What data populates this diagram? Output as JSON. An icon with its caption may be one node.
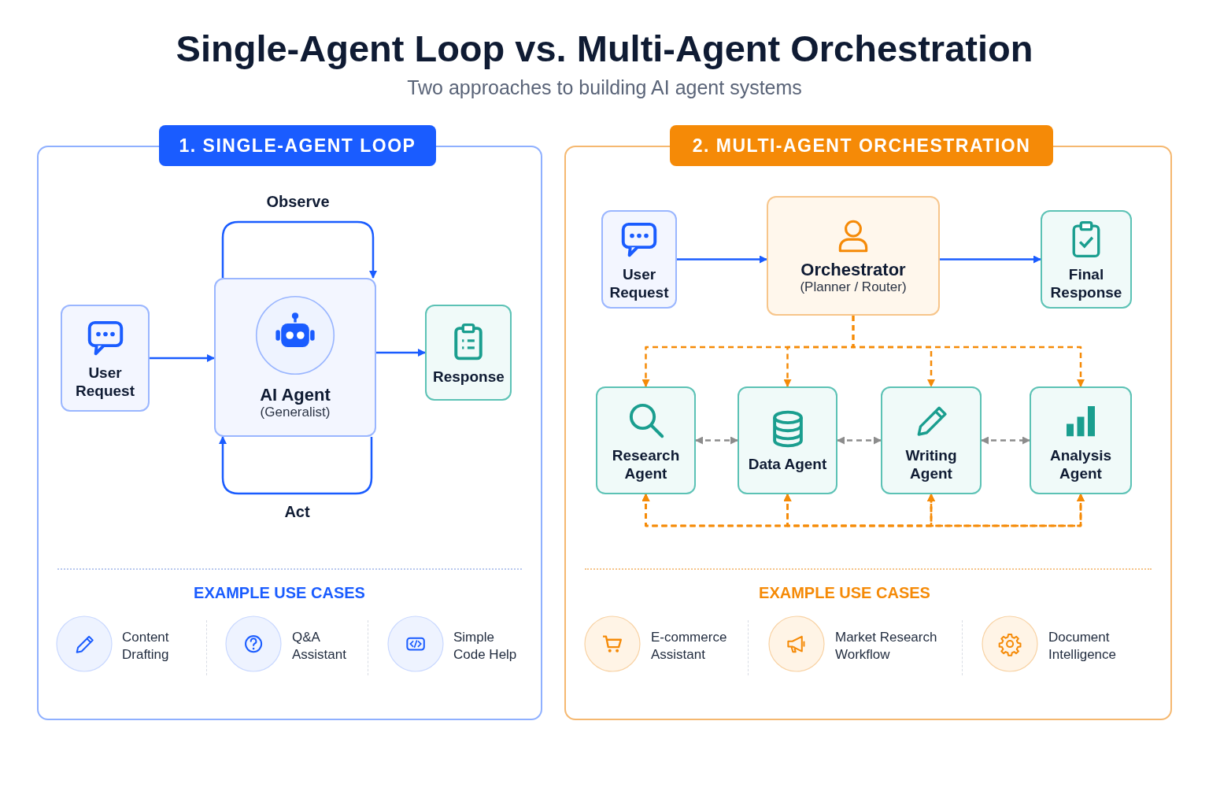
{
  "diagram": {
    "title": "Single-Agent Loop vs. Multi-Agent Orchestration",
    "caption": "Two approaches to building AI agent systems",
    "nodes": [
      {
        "text": [
          "1. SINGLE-AGENT LOOP"
        ]
      },
      {
        "text": [
          "User Request"
        ],
        "in": 0
      },
      {
        "text": [
          "AI Agent",
          "(Generalist)"
        ],
        "in": 0
      },
      {
        "text": [
          "Response"
        ],
        "in": 0
      },
      {
        "text": [
          "2. MULTI-AGENT ORCHESTRATION"
        ]
      },
      {
        "text": [
          "User Request"
        ],
        "in": 4
      },
      {
        "text": [
          "Orchestrator",
          "(Planner / Router)"
        ],
        "in": 4
      },
      {
        "text": [
          "Final Response"
        ],
        "in": 4
      },
      {
        "text": [
          "Research Agent"
        ],
        "in": 4
      },
      {
        "text": [
          "Data Agent"
        ],
        "in": 4
      },
      {
        "text": [
          "Writing Agent"
        ],
        "in": 4
      },
      {
        "text": [
          "Analysis Agent"
        ],
        "in": 4
      }
    ],
    "edges": [
      {
        "from": 1,
        "to": 2,
        "arrow": "to",
        "color": "#1a5cff"
      },
      {
        "from": 2,
        "to": 2,
        "label": "Observe",
        "arrow": "to",
        "color": "#1a5cff"
      },
      {
        "from": 2,
        "to": 2,
        "label": "Act",
        "arrow": "to",
        "color": "#1a5cff"
      },
      {
        "from": 2,
        "to": 3,
        "arrow": "to",
        "color": "#1a5cff"
      },
      {
        "from": 5,
        "to": 6,
        "arrow": "to",
        "color": "#1a5cff"
      },
      {
        "from": 6,
        "to": 7,
        "arrow": "to",
        "color": "#1a5cff"
      },
      {
        "from": 6,
        "to": 8,
        "arrow": "to",
        "style": "dashed"
      },
      {
        "from": 6,
        "to": 9,
        "arrow": "to",
        "style": "dashed"
      },
      {
        "from": 6,
        "to": 10,
        "arrow": "to",
        "style": "dashed"
      },
      {
        "from": 6,
        "to": 11,
        "arrow": "to",
        "style": "dashed"
      },
      {
        "from": 8,
        "to": 9,
        "arrow": "both",
        "style": "dashed",
        "color": "#8c8c8c"
      },
      {
        "from": 9,
        "to": 10,
        "arrow": "both",
        "style": "dashed",
        "color": "#8c8c8c"
      },
      {
        "from": 10,
        "to": 11,
        "arrow": "both",
        "style": "dashed",
        "color": "#8c8c8c"
      },
      {
        "from": 8,
        "to": 9,
        "arrow": "both",
        "style": "dashed"
      },
      {
        "from": 8,
        "to": 10,
        "arrow": "both",
        "style": "dashed"
      },
      {
        "from": 8,
        "to": 11,
        "arrow": "both",
        "style": "dashed"
      },
      {
        "from": 9,
        "to": 10,
        "arrow": "both",
        "style": "dashed"
      },
      {
        "from": 9,
        "to": 11,
        "arrow": "both",
        "style": "dashed"
      },
      {
        "from": 10,
        "to": 11,
        "arrow": "both",
        "style": "dashed"
      }
    ],
    "labels": [
      "EXAMPLE USE CASES",
      "Content Drafting",
      "Q&A Assistant",
      "Simple Code Help",
      "EXAMPLE USE CASES",
      "E-commerce Assistant",
      "Market Research Workflow",
      "Document Intelligence"
    ]
  }
}
